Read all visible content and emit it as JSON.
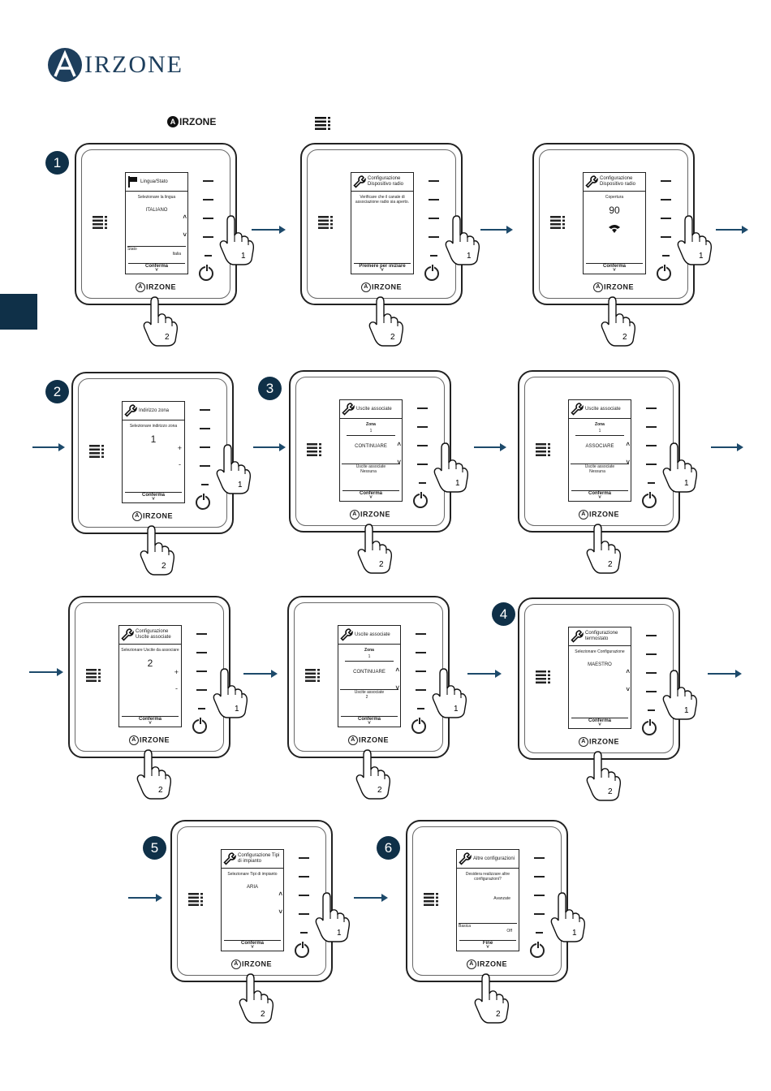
{
  "brand": {
    "name": "IRZONE",
    "initial": "A",
    "small_name": "IRZONE"
  },
  "device_logo": "IRZONE",
  "hand_labels": {
    "button": "1",
    "logo": "2"
  },
  "steps": [
    {
      "number": "1"
    },
    {
      "number": "2"
    },
    {
      "number": "3"
    },
    {
      "number": "4"
    },
    {
      "number": "5"
    },
    {
      "number": "6"
    }
  ],
  "screens": [
    {
      "title": "Lingua/Stato",
      "sub": "Selezionare la lingua",
      "value": "ITALIANO",
      "field_label": "Stato",
      "field_value": "Italia",
      "footer": "Conferma"
    },
    {
      "title": "Configurazione Dispositivo radio",
      "sub": "Verificare che il canale di associazione radio sia aperto.",
      "footer": "Premere per iniziare"
    },
    {
      "title": "Configurazione Dispositivo radio",
      "sub": "Copertura",
      "value": "90",
      "footer": "Conferma"
    },
    {
      "title": "Indirizzo zona",
      "sub": "Selezionare indirizzo zona",
      "value": "1",
      "plus": "+",
      "minus": "-",
      "footer": "Conferma"
    },
    {
      "title": "Uscite associate",
      "zone_label": "Zona",
      "zone_value": "1",
      "value": "CONTINUARE",
      "field_label": "Uscite associate",
      "field_value": "Nessuna",
      "footer": "Conferma"
    },
    {
      "title": "Uscite associate",
      "zone_label": "Zona",
      "zone_value": "1",
      "value": "ASSOCIARE",
      "field_label": "Uscite associate",
      "field_value": "Nessuna",
      "footer": "Conferma"
    },
    {
      "title": "Configurazione Uscite associate",
      "sub": "Selezionare Uscite da associare",
      "value": "2",
      "plus": "+",
      "minus": "-",
      "footer": "Conferma"
    },
    {
      "title": "Uscite associate",
      "zone_label": "Zona",
      "zone_value": "1",
      "value": "CONTINUARE",
      "field_label": "Uscite associate",
      "field_value": "2",
      "footer": "Conferma"
    },
    {
      "title": "Configurazione termostato",
      "sub": "Selezionare Configurazione",
      "value": "MAESTRO",
      "footer": "Conferma"
    },
    {
      "title": "Configurazione Tipi di impianto",
      "sub": "Selezionare Tipi di impianto",
      "value": "ARIA",
      "footer": "Conferma"
    },
    {
      "title": "Altre configurazioni",
      "sub": "Desidera realizzare altre configurazioni?",
      "option": "Avanzate",
      "field_label": "Basica",
      "field_value": "Off",
      "footer": "Fine"
    }
  ]
}
